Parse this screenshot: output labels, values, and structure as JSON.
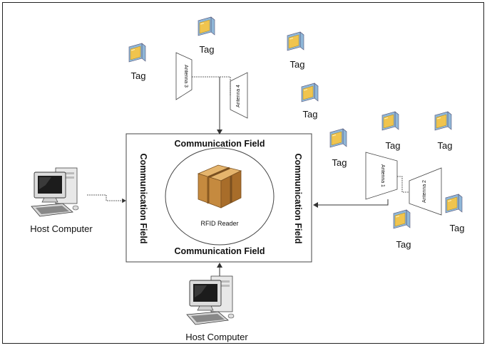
{
  "tag_label": "Tag",
  "host_label": "Host Computer",
  "comm_field_label": "Communication Field",
  "reader_label": "RFID Reader",
  "antennas": [
    "Antenna 1",
    "Antenna 2",
    "Antenna 3",
    "Antenna 4"
  ],
  "colors": {
    "tag_body": "#f0c44e",
    "tag_side": "#8fb7d8",
    "reader_box": "#c58a3f",
    "stroke": "#333333"
  }
}
